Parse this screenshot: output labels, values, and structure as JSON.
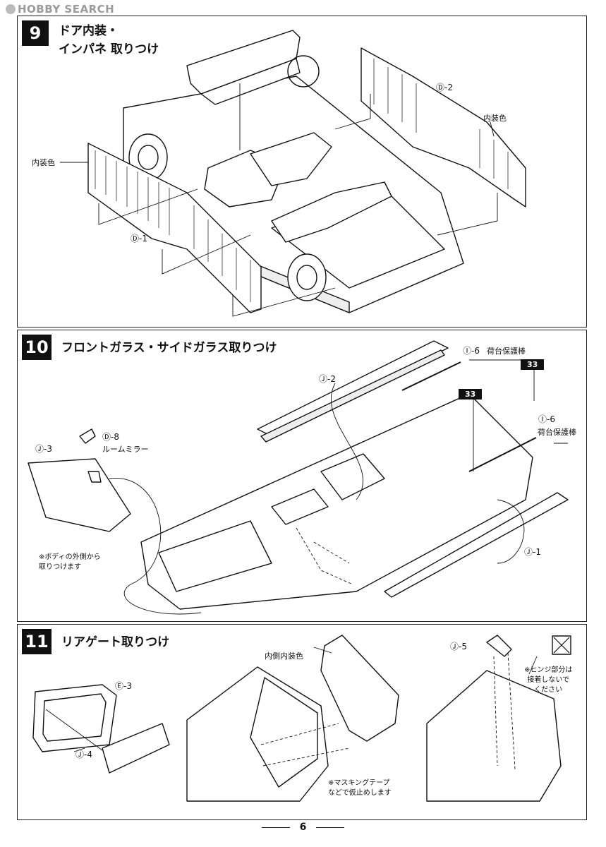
{
  "watermark": "HOBBY SEARCH",
  "steps": [
    {
      "number": "9",
      "title_line1": "ドア内装・",
      "title_line2": "インパネ 取りつけ",
      "labels": {
        "d2": "Ⓓ-2",
        "interior_color_right": "内装色",
        "interior_color_left": "内装色",
        "d1": "Ⓓ-1"
      }
    },
    {
      "number": "10",
      "title": "フロントガラス・サイドガラス取りつけ",
      "labels": {
        "j2": "Ⓙ-2",
        "i6_top": "Ⓘ-6",
        "i6_top_desc": "荷台保護棒",
        "code_a": "33",
        "code_b": "33",
        "i6_right": "Ⓘ-6",
        "i6_right_desc": "荷台保護棒",
        "d8": "Ⓓ-8",
        "room_mirror": "ルームミラー",
        "j3": "Ⓙ-3",
        "note_line1": "※ボディの外側から",
        "note_line2": "取りつけます",
        "j1": "Ⓙ-1"
      }
    },
    {
      "number": "11",
      "title": "リアゲート取りつけ",
      "labels": {
        "e3": "Ⓔ-3",
        "j4": "Ⓙ-4",
        "inner_color": "内側内装色",
        "masking_line1": "※マスキングテープ",
        "masking_line2": "などで仮止めします",
        "j5": "Ⓙ-5",
        "hinge_line1": "※ヒンジ部分は",
        "hinge_line2": "接着しないで",
        "hinge_line3": "ください"
      }
    }
  ],
  "page_number": "6"
}
